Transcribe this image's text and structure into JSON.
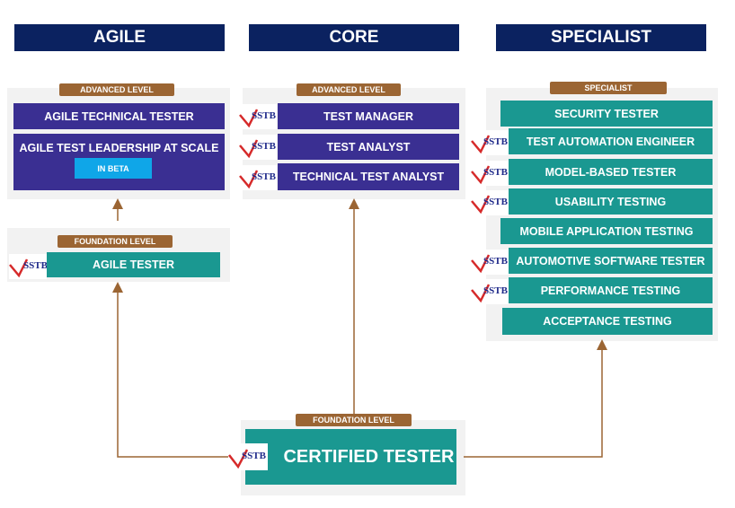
{
  "columns": {
    "agile": "AGILE",
    "core": "CORE",
    "specialist": "SPECIALIST"
  },
  "agile_advanced": {
    "tag": "ADVANCED LEVEL",
    "items": [
      "AGILE TECHNICAL TESTER",
      "AGILE TEST LEADERSHIP AT SCALE"
    ],
    "beta": "IN BETA"
  },
  "agile_foundation": {
    "tag": "FOUNDATION LEVEL",
    "item": "AGILE TESTER"
  },
  "core_advanced": {
    "tag": "ADVANCED LEVEL",
    "items": [
      "TEST MANAGER",
      "TEST ANALYST",
      "TECHNICAL TEST ANALYST"
    ]
  },
  "specialist": {
    "tag": "SPECIALIST",
    "items": [
      "SECURITY TESTER",
      "TEST AUTOMATION ENGINEER",
      "MODEL-BASED TESTER",
      "USABILITY TESTING",
      "MOBILE APPLICATION TESTING",
      "AUTOMOTIVE SOFTWARE TESTER",
      "PERFORMANCE TESTING",
      "ACCEPTANCE TESTING"
    ]
  },
  "foundation": {
    "tag": "FOUNDATION LEVEL",
    "item": "CERTIFIED TESTER"
  },
  "logo_text": "SSTB",
  "colors": {
    "header": "#0b2260",
    "agile_core_box": "#3a2f92",
    "specialist_box": "#1a9891",
    "tag": "#9b6533",
    "connector": "#9b6533",
    "beta": "#0fa6e8"
  }
}
